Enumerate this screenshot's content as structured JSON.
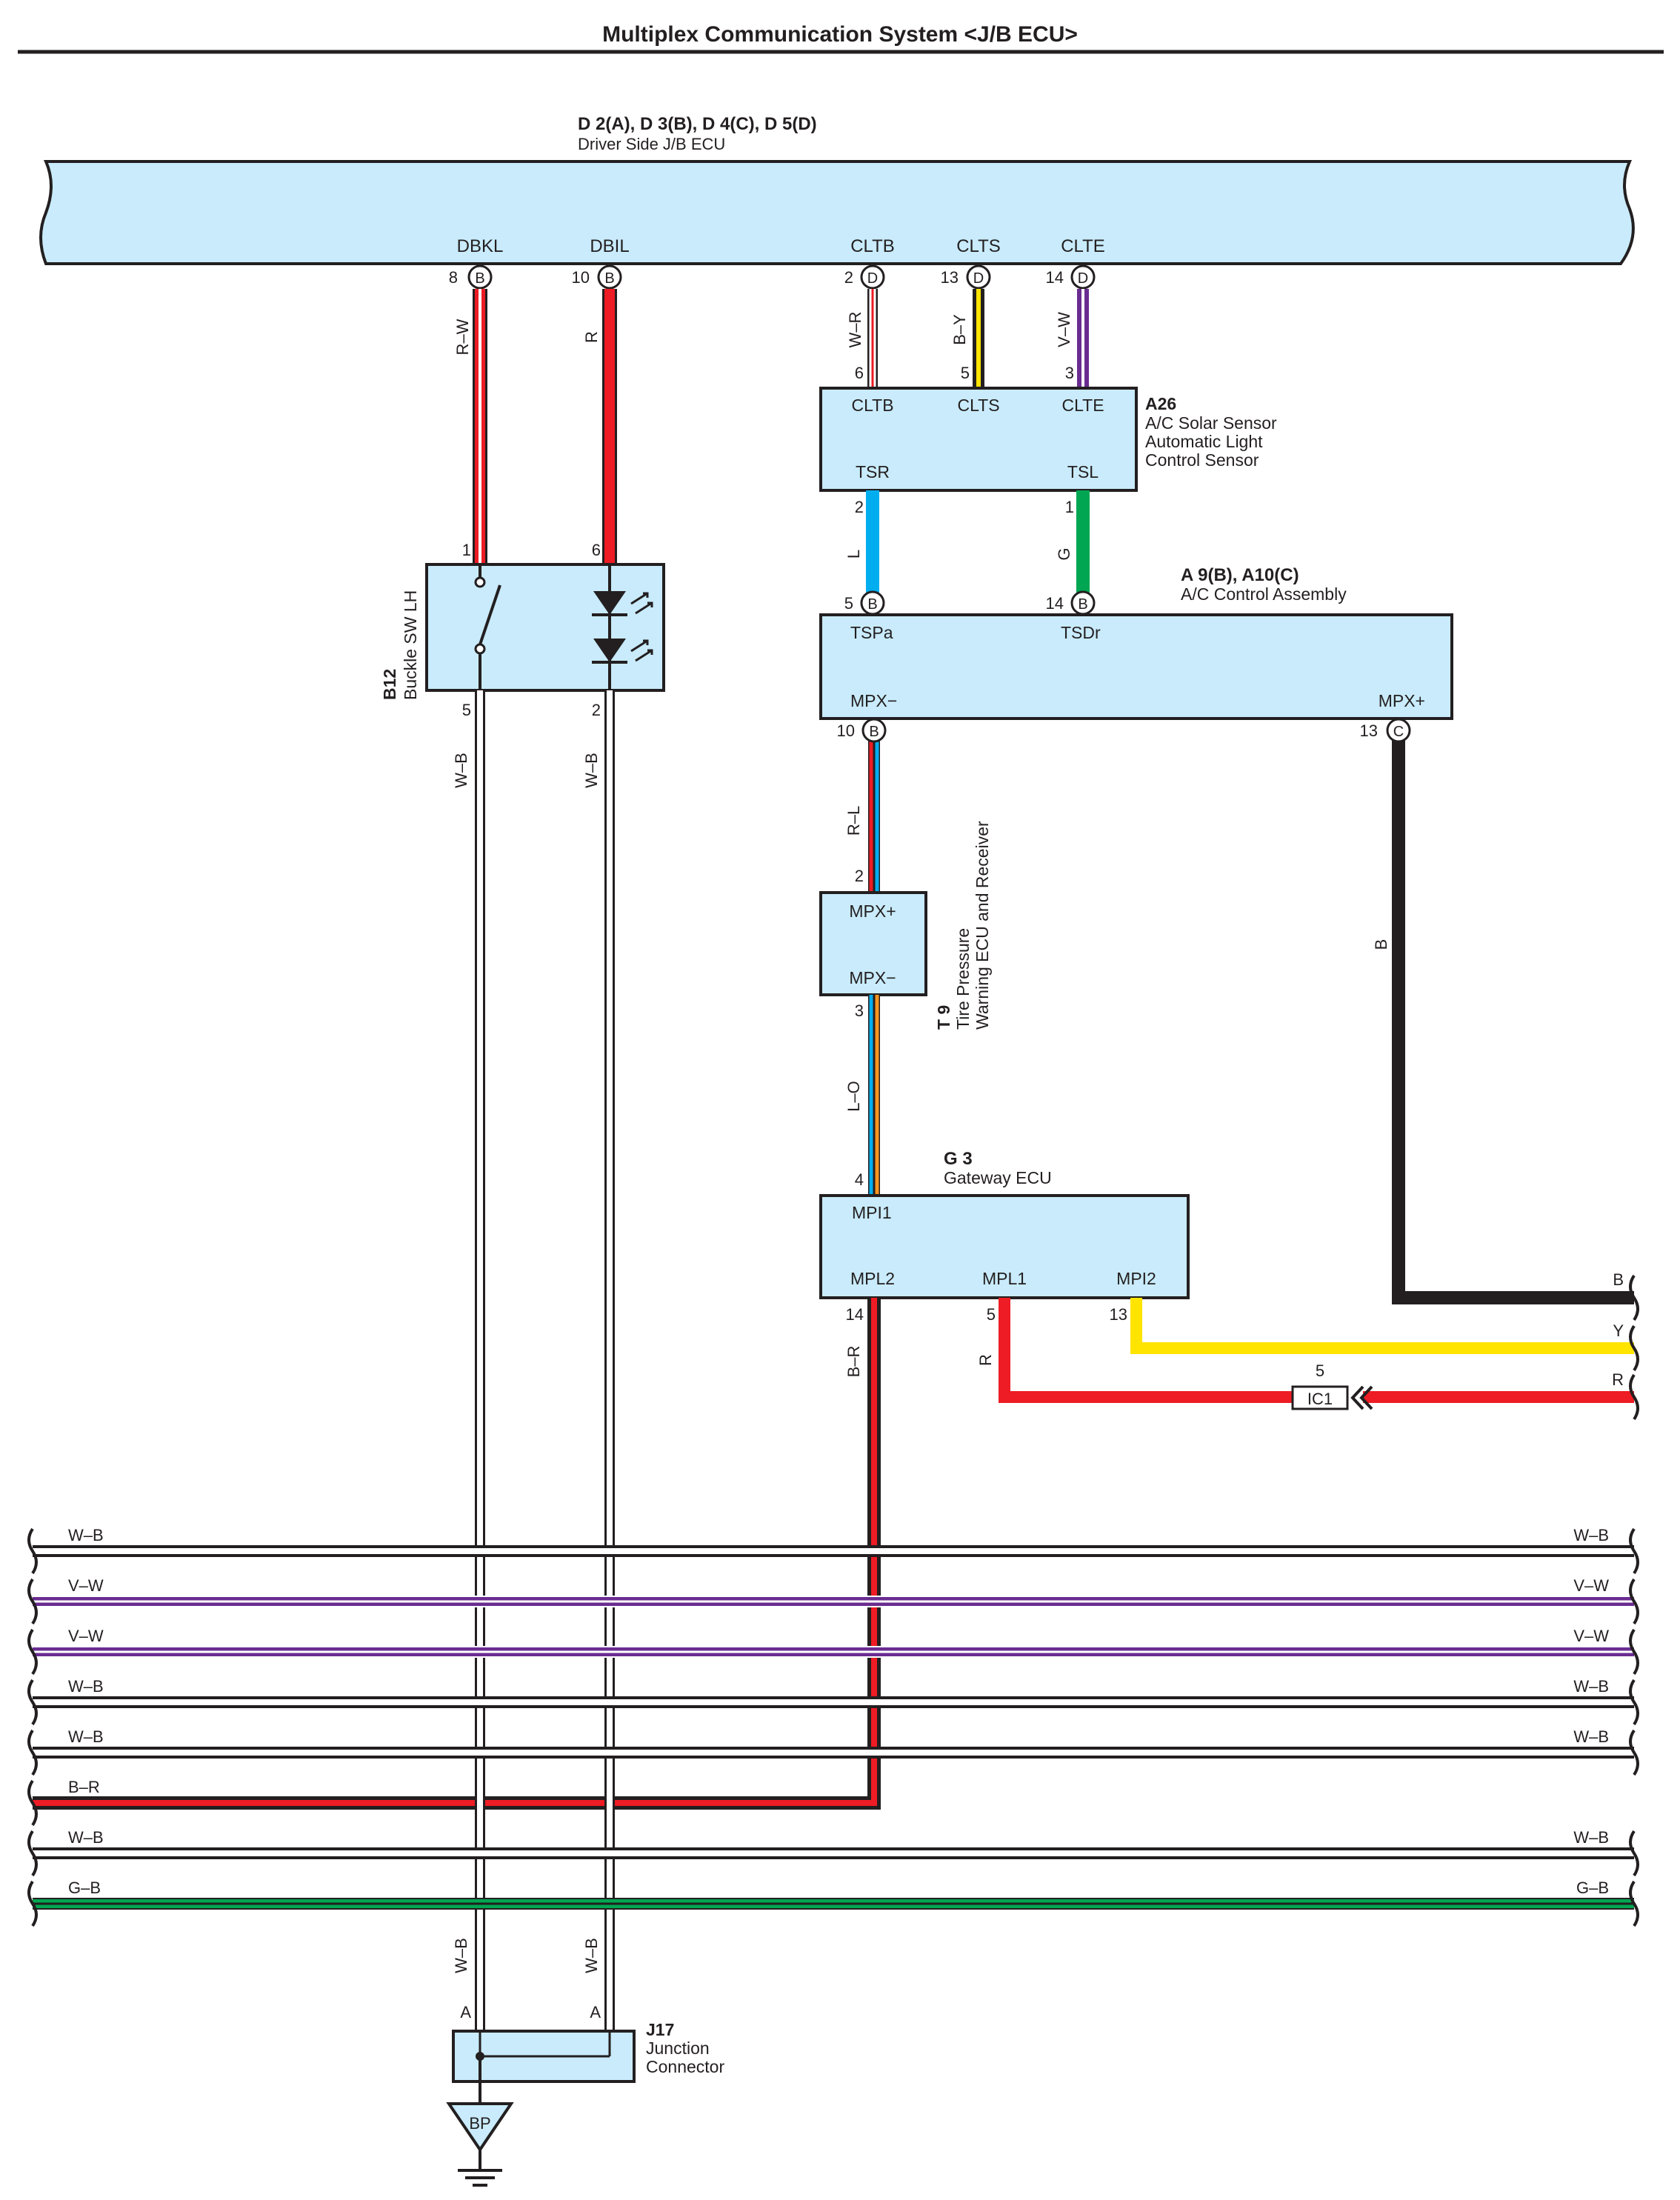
{
  "title": "Multiplex Communication System <J/B ECU>",
  "colors": {
    "component_fill": "#c9ebfb",
    "R": "#ee1c24",
    "W": "#ffffff",
    "B": "#231f20",
    "Y": "#ffe400",
    "V": "#6a2c91",
    "L": "#00aeef",
    "G": "#00a651",
    "O": "#f7941d"
  },
  "jb_ecu": {
    "id": "D 2(A), D 3(B), D 4(C), D 5(D)",
    "name": "Driver Side J/B ECU",
    "terminals": [
      {
        "name": "DBKL",
        "pin": "8",
        "conn": "B"
      },
      {
        "name": "DBIL",
        "pin": "10",
        "conn": "B"
      },
      {
        "name": "CLTB",
        "pin": "2",
        "conn": "D"
      },
      {
        "name": "CLTS",
        "pin": "13",
        "conn": "D"
      },
      {
        "name": "CLTE",
        "pin": "14",
        "conn": "D"
      }
    ]
  },
  "a26": {
    "id": "A26",
    "name1": "A/C Solar Sensor",
    "name2": "Automatic Light",
    "name3": "Control Sensor",
    "top_terminals": [
      {
        "name": "CLTB",
        "pin": "6"
      },
      {
        "name": "CLTS",
        "pin": "5"
      },
      {
        "name": "CLTE",
        "pin": "3"
      }
    ],
    "bottom_terminals": [
      {
        "name": "TSR",
        "pin": "2"
      },
      {
        "name": "TSL",
        "pin": "1"
      }
    ]
  },
  "ac_control": {
    "id": "A 9(B), A10(C)",
    "name": "A/C Control Assembly",
    "terminals": [
      {
        "name": "TSPa",
        "pin": "5",
        "conn": "B"
      },
      {
        "name": "TSDr",
        "pin": "14",
        "conn": "B"
      },
      {
        "name": "MPX−",
        "pin": "10",
        "conn": "B"
      },
      {
        "name": "MPX+",
        "pin": "13",
        "conn": "C"
      }
    ]
  },
  "b12": {
    "id": "B12",
    "name": "Buckle SW LH",
    "pins": {
      "t1": "1",
      "t6": "6",
      "b5": "5",
      "b2": "2"
    }
  },
  "t9": {
    "id": "T 9",
    "name1": "Tire Pressure",
    "name2": "Warning ECU and Receiver",
    "terminals": [
      {
        "name": "MPX+",
        "pin": "2"
      },
      {
        "name": "MPX−",
        "pin": "3"
      }
    ]
  },
  "g3": {
    "id": "G 3",
    "name": "Gateway ECU",
    "terminals": [
      {
        "name": "MPI1",
        "pin": "4"
      },
      {
        "name": "MPL2",
        "pin": "14"
      },
      {
        "name": "MPL1",
        "pin": "5"
      },
      {
        "name": "MPI2",
        "pin": "13"
      }
    ]
  },
  "ic1": {
    "label": "IC1",
    "pin": "5"
  },
  "j17": {
    "id": "J17",
    "name1": "Junction",
    "name2": "Connector",
    "pin_a": "A"
  },
  "ground": {
    "label": "BP"
  },
  "wire_labels": {
    "dbkl": "R–W",
    "dbil": "R",
    "cltb": "W–R",
    "clts": "B–Y",
    "clte": "V–W",
    "tsr": "L",
    "tsl": "G",
    "mpx_minus": "R–L",
    "mpx_plus": "B",
    "t9_out": "L–O",
    "mpl2": "B–R",
    "mpl1": "R",
    "b12_5": "W–B",
    "b12_2": "W–B",
    "j17_left": "W–B",
    "j17_right": "W–B",
    "right_b": "B",
    "right_y": "Y",
    "right_r": "R"
  },
  "bus_lines": [
    {
      "left": "W–B",
      "right": "W–B"
    },
    {
      "left": "V–W",
      "right": "V–W"
    },
    {
      "left": "V–W",
      "right": "V–W"
    },
    {
      "left": "W–B",
      "right": "W–B"
    },
    {
      "left": "W–B",
      "right": "W–B"
    },
    {
      "left": "B–R",
      "right": ""
    },
    {
      "left": "W–B",
      "right": "W–B"
    },
    {
      "left": "G–B",
      "right": "G–B"
    }
  ]
}
